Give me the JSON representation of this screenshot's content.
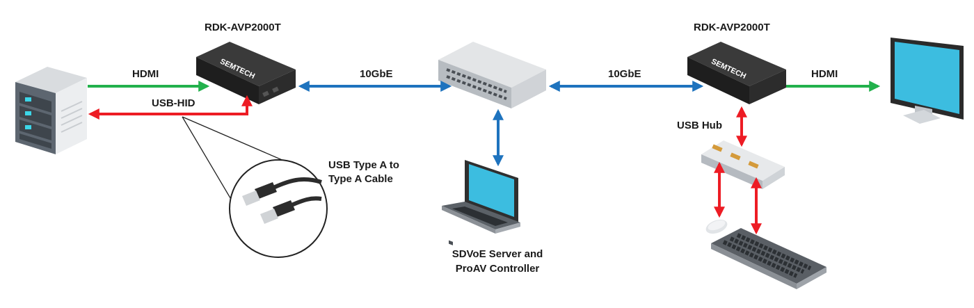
{
  "devices": {
    "left_encoder": {
      "label": "RDK-AVP2000T",
      "brand": "SEMTECH"
    },
    "right_encoder": {
      "label": "RDK-AVP2000T",
      "brand": "SEMTECH"
    },
    "laptop": {
      "label_line1": "SDVoE Server and",
      "label_line2": "ProAV Controller"
    },
    "usb_hub": {
      "label": "USB Hub"
    }
  },
  "connections": {
    "server_to_encoder": "HDMI",
    "encoder_to_server": "USB-HID",
    "encoder_to_switch": "10GbE",
    "switch_to_encoder": "10GbE",
    "encoder_to_monitor": "HDMI"
  },
  "callout": {
    "line1": "USB Type A to",
    "line2": "Type A Cable"
  },
  "colors": {
    "hdmi": "#22b14c",
    "usb": "#ed1c24",
    "ethernet": "#1e73be",
    "device_dark": "#2a2a2a",
    "screen": "#3cbde0"
  }
}
